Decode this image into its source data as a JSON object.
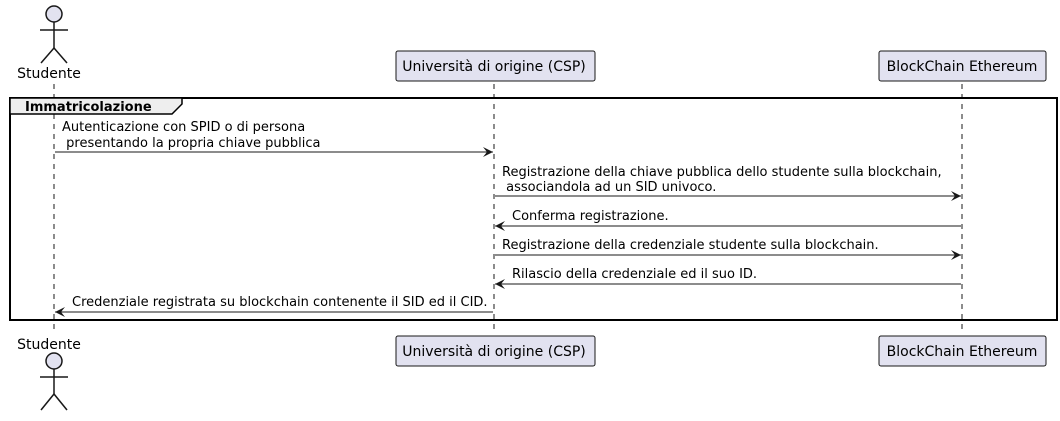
{
  "diagram": {
    "type": "sequence",
    "participants": [
      {
        "id": "studente",
        "label": "Studente",
        "kind": "actor"
      },
      {
        "id": "universita",
        "label": "Università di origine (CSP)",
        "kind": "participant"
      },
      {
        "id": "blockchain",
        "label": "BlockChain Ethereum",
        "kind": "participant"
      }
    ],
    "group": {
      "label": "Immatricolazione"
    },
    "messages": [
      {
        "from": "studente",
        "to": "universita",
        "lines": [
          "Autenticazione con SPID o di persona",
          " presentando la propria chiave pubblica"
        ]
      },
      {
        "from": "universita",
        "to": "blockchain",
        "lines": [
          "Registrazione della chiave pubblica dello studente sulla blockchain,",
          " associandola ad un SID univoco."
        ]
      },
      {
        "from": "blockchain",
        "to": "universita",
        "lines": [
          "Conferma registrazione."
        ]
      },
      {
        "from": "universita",
        "to": "blockchain",
        "lines": [
          "Registrazione della credenziale studente sulla blockchain."
        ]
      },
      {
        "from": "blockchain",
        "to": "universita",
        "lines": [
          "Rilascio della credenziale ed il suo ID."
        ]
      },
      {
        "from": "universita",
        "to": "studente",
        "lines": [
          "Credenziale registrata su blockchain contenente il SID ed il CID."
        ]
      }
    ],
    "colors": {
      "participant_fill": "#e2e2f0",
      "participant_stroke": "#181818",
      "lifeline": "#181818",
      "arrow": "#181818",
      "frame": "#000000"
    }
  }
}
